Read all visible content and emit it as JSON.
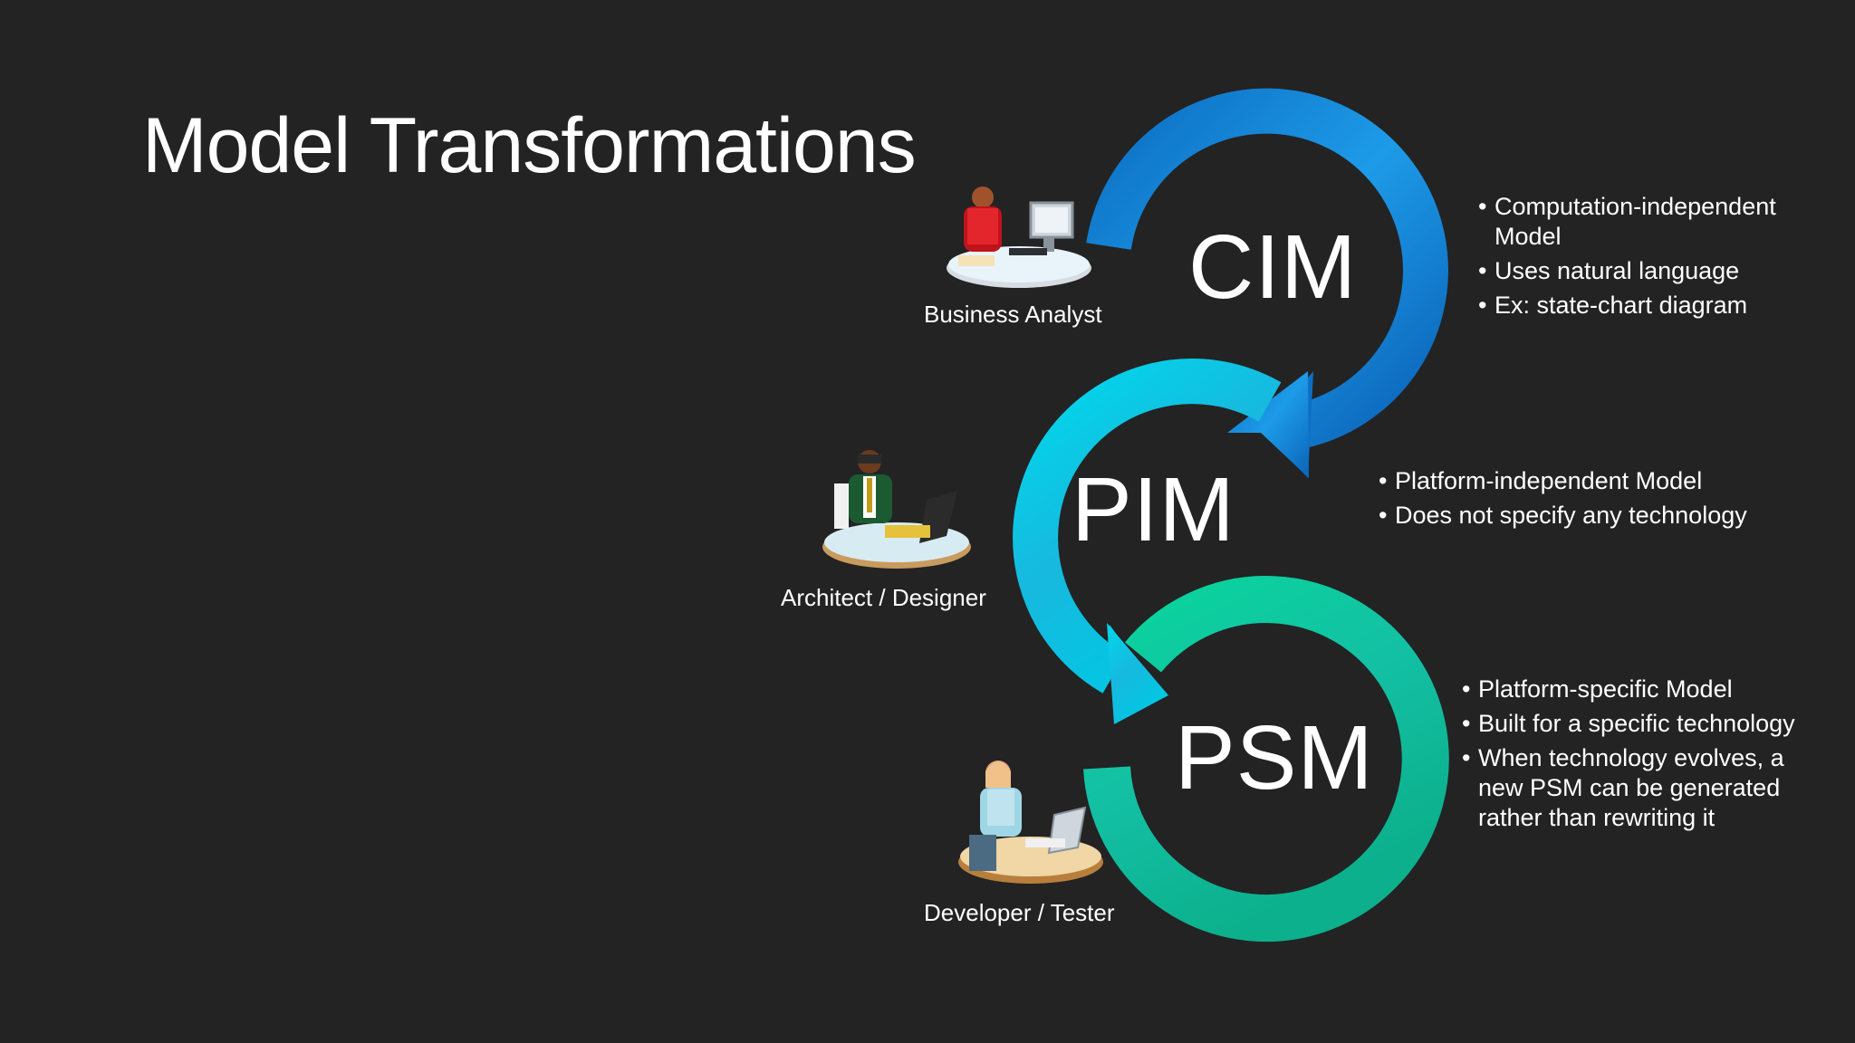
{
  "title": "Model Transformations",
  "models": [
    {
      "label": "CIM",
      "color": "#1a8fe0",
      "role": "Business Analyst",
      "bullets": [
        "Computation-independent Model",
        "Uses natural language",
        "Ex: state-chart diagram"
      ]
    },
    {
      "label": "PIM",
      "color": "#1ac4e0",
      "role": "Architect / Designer",
      "bullets": [
        "Platform-independent Model",
        "Does not specify any technology"
      ]
    },
    {
      "label": "PSM",
      "color": "#16c99a",
      "role": "Developer / Tester",
      "bullets": [
        "Platform-specific Model",
        "Built for a specific technology",
        "When technology evolves, a new PSM can be generated rather than rewriting it"
      ]
    }
  ],
  "icons": [
    "business-analyst-icon",
    "architect-designer-icon",
    "developer-tester-icon"
  ]
}
